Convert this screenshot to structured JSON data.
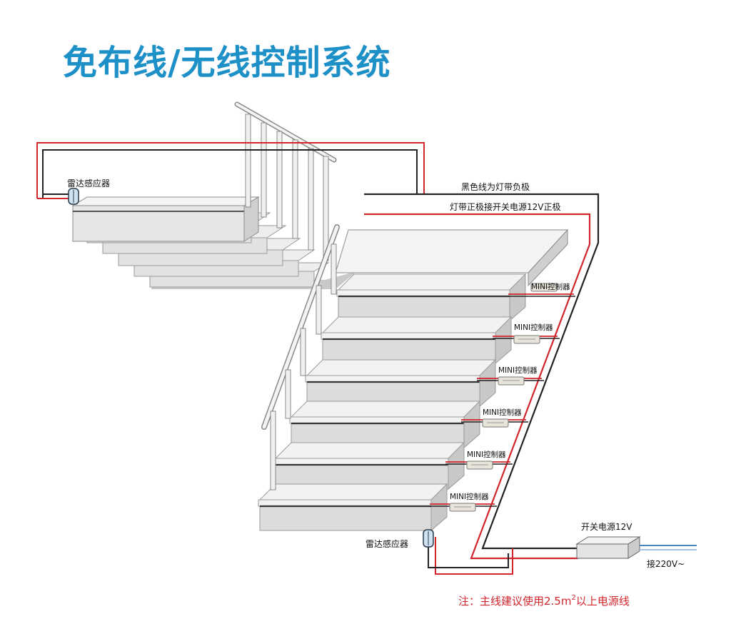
{
  "title": "免布线/无线控制系统",
  "labels": {
    "radar_top": "雷达感应器",
    "radar_bottom": "雷达感应器",
    "black_wire": "黑色线为灯带负极",
    "red_wire": "灯带正极接开关电源12V正极",
    "power_supply": "开关电源12V",
    "mains": "接220V~",
    "note_prefix": "注：主线建议使用2.5m",
    "note_sup": "2",
    "note_suffix": "以上电源线"
  },
  "controllers": [
    "MINI控制器",
    "MINI控制器",
    "MINI控制器",
    "MINI控制器",
    "MINI控制器",
    "MINI控制器"
  ],
  "colors": {
    "title": "#1e90c8",
    "positive_wire": "#d0262c",
    "negative_wire": "#222222",
    "step_top": "#f2f2f2",
    "step_front": "#dcdcdc",
    "step_edge": "#9a9a9a",
    "note": "#d0262c"
  }
}
